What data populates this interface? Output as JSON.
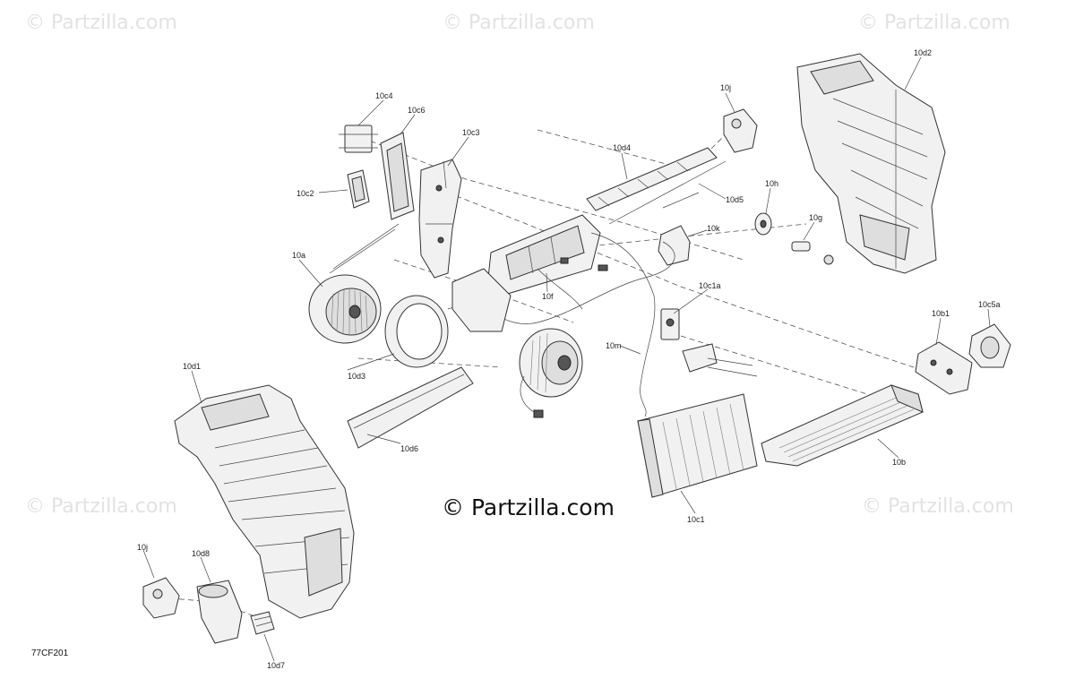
{
  "watermarks": {
    "small_text": "© Partzilla.com",
    "main_text": "© Partzilla.com"
  },
  "diagram_code": "77CF201",
  "callouts": [
    {
      "id": "10c4",
      "label": "10c4"
    },
    {
      "id": "10c6",
      "label": "10c6"
    },
    {
      "id": "10c3",
      "label": "10c3"
    },
    {
      "id": "10c2",
      "label": "10c2"
    },
    {
      "id": "10a",
      "label": "10a"
    },
    {
      "id": "10d3",
      "label": "10d3"
    },
    {
      "id": "10d1",
      "label": "10d1"
    },
    {
      "id": "10d6",
      "label": "10d6"
    },
    {
      "id": "10j-top",
      "label": "10j"
    },
    {
      "id": "10d4",
      "label": "10d4"
    },
    {
      "id": "10d5",
      "label": "10d5"
    },
    {
      "id": "10d2",
      "label": "10d2"
    },
    {
      "id": "10h",
      "label": "10h"
    },
    {
      "id": "10g",
      "label": "10g"
    },
    {
      "id": "10k",
      "label": "10k"
    },
    {
      "id": "10f",
      "label": "10f"
    },
    {
      "id": "10c1a",
      "label": "10c1a"
    },
    {
      "id": "10m",
      "label": "10m"
    },
    {
      "id": "10b1",
      "label": "10b1"
    },
    {
      "id": "10c5a",
      "label": "10c5a"
    },
    {
      "id": "10b",
      "label": "10b"
    },
    {
      "id": "10c1",
      "label": "10c1"
    },
    {
      "id": "10j-bottom",
      "label": "10j"
    },
    {
      "id": "10d8",
      "label": "10d8"
    },
    {
      "id": "10d7",
      "label": "10d7"
    }
  ],
  "icons": {
    "copyright": "copyright-symbol"
  }
}
